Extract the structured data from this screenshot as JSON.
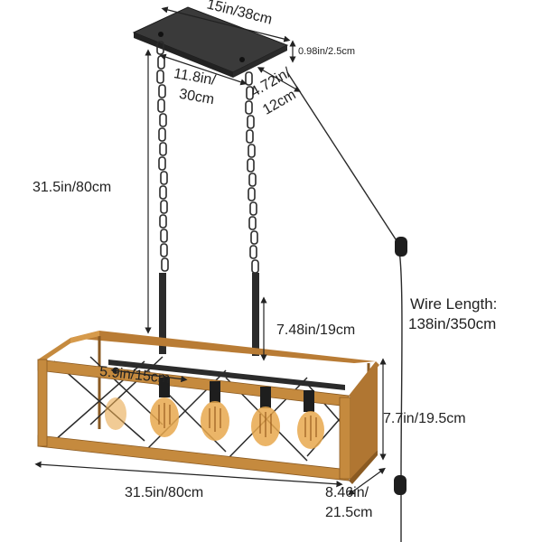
{
  "dimensions": {
    "canopy_length": "15in/38cm",
    "canopy_height": "0.98in/2.5cm",
    "canopy_chain_spacing_a": "11.8in/",
    "canopy_chain_spacing_b": "30cm",
    "canopy_width_a": "4.72in/",
    "canopy_width_b": "12cm",
    "chain_length": "31.5in/80cm",
    "rod_length": "7.48in/19cm",
    "socket_spacing": "5.9in/15cm",
    "frame_height": "7.7in/19.5cm",
    "frame_length": "31.5in/80cm",
    "frame_depth_a": "8.46in/",
    "frame_depth_b": "21.5cm",
    "wire_label": "Wire Length:",
    "wire_value": "138in/350cm"
  },
  "colors": {
    "wood": "#c58a3e",
    "wood_dark": "#8a5a22",
    "metal": "#2b2b2b",
    "bulb": "#e7a84e",
    "dimension_line": "#222222"
  }
}
